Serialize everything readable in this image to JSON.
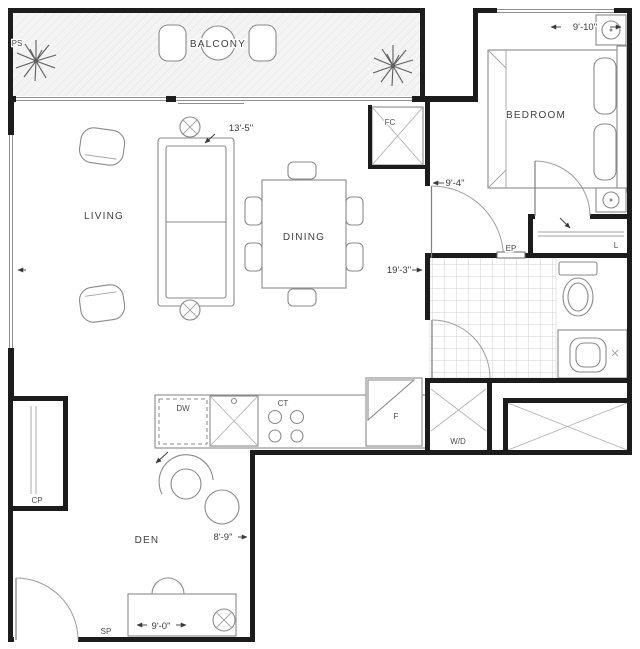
{
  "plan": {
    "rooms": {
      "balcony": "BALCONY",
      "bedroom": "BEDROOM",
      "living": "LIVING",
      "dining": "DINING",
      "den": "DEN"
    },
    "dimensions": {
      "bedroom_width": "9'-10\"",
      "living_width": "13'-5\"",
      "bedroom_depth": "9'-4\"",
      "unit_length": "19'-3\"",
      "den_width": "8'-9\"",
      "den_depth": "9'-0\""
    },
    "fixtures": {
      "ps": "PS",
      "fc": "FC",
      "ep": "EP",
      "l": "L",
      "wd": "W/D",
      "dw": "DW",
      "ct": "CT",
      "f": "F",
      "cp": "CP",
      "sp": "SP"
    },
    "colors": {
      "wall": "#1c1c1c",
      "furniture_line": "#8a8a8a",
      "text": "#3f3f3f",
      "tile_line": "#cfcfcf",
      "balcony_fill": "#f4f4f4",
      "background": "#ffffff"
    }
  }
}
